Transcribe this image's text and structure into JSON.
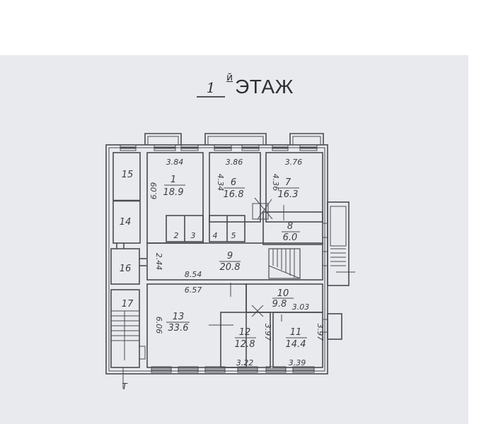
{
  "title": {
    "floor_number": "1",
    "suffix": "й",
    "label": "ЭТАЖ"
  },
  "rooms": [
    {
      "id": "1",
      "area": "18.9"
    },
    {
      "id": "2",
      "area": ""
    },
    {
      "id": "3",
      "area": ""
    },
    {
      "id": "4",
      "area": ""
    },
    {
      "id": "5",
      "area": ""
    },
    {
      "id": "6",
      "area": "16.8"
    },
    {
      "id": "7",
      "area": "16.3"
    },
    {
      "id": "8",
      "area": "6.0"
    },
    {
      "id": "9",
      "area": "20.8"
    },
    {
      "id": "10",
      "area": "9.8"
    },
    {
      "id": "11",
      "area": "14.4"
    },
    {
      "id": "12",
      "area": "12.8"
    },
    {
      "id": "13",
      "area": "33.6"
    },
    {
      "id": "14",
      "area": ""
    },
    {
      "id": "15",
      "area": ""
    },
    {
      "id": "16",
      "area": ""
    },
    {
      "id": "17",
      "area": ""
    }
  ],
  "dimensions": {
    "room1_width": "3.84",
    "room1_depth": "6.09",
    "room6_width": "3.86",
    "room6_depth": "4.34",
    "room7_width": "3.76",
    "room7_depth": "4.36",
    "room9_length": "8.54",
    "room9_width": "2.44",
    "room13_width": "6.57",
    "room13_depth": "6.06",
    "room10_width": "3.03",
    "room12_width": "3.22",
    "room12_depth": "3.97",
    "room11_width": "3.39",
    "room11_depth": "3.97"
  },
  "entrance_mark": "T",
  "colors": {
    "paper": "#e9eaee",
    "ink": "#4a4a52",
    "background": "#ffffff"
  }
}
